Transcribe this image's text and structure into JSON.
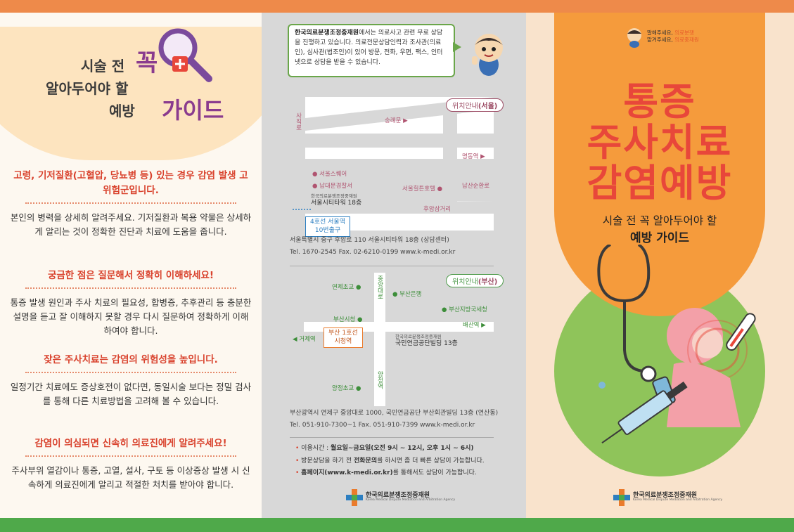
{
  "colors": {
    "accent_orange": "#ee8a4a",
    "accent_green": "#4fa94a",
    "title_red": "#e8473a",
    "heading_red": "#d9432e",
    "purple": "#8a3b8e"
  },
  "left": {
    "hero": {
      "line1": "시술 전",
      "emph1": "꼭",
      "line2": "알아두어야 할",
      "line3": "예방",
      "emph2": "가이드"
    },
    "sections": [
      {
        "title": "고령, 기저질환(고혈압, 당뇨병 등) 있는 경우 감염 발생 고위험군입니다.",
        "body": "본인의 병력을 상세히 알려주세요. 기저질환과 복용 약물은 상세하게 알리는 것이 정확한 진단과 치료에 도움을 줍니다."
      },
      {
        "title": "궁금한 점은 질문해서 정확히 이해하세요!",
        "body": "통증 발생 원인과 주사 치료의 필요성, 합병증, 추후관리 등 충분한 설명을 듣고 잘 이해하지 못할 경우 다시 질문하여 정확하게 이해하여야 합니다."
      },
      {
        "title": "잦은 주사치료는 감염의 위험성을 높입니다.",
        "body": "일정기간 치료에도 증상호전이 없다면, 동일시술 보다는 정밀 검사를 통해 다른 치료방법을 고려해 볼 수 있습니다."
      },
      {
        "title": "감염이 의심되면 신속히 의료진에게 알려주세요!",
        "body": "주사부위 열감이나 통증, 고열, 설사, 구토 등 이상증상 발생 시 신속하게 의료진에게 알리고 적절한 처치를 받아야 합니다."
      }
    ]
  },
  "middle": {
    "bubble": {
      "org": "한국의료분쟁조정중재원",
      "text1": "에서는 의료사고 관련 무료 상담을 진행하고 있습니다. 의료전문상담인력과 조사관(의료인), 심사관(법조인)이 있어 방문, 전화, 우편, 팩스, 인터넷으로 상담을 받을 수 있습니다."
    },
    "seoul": {
      "tag_prefix": "위치안내",
      "tag_city": "(서울)",
      "roads": {
        "sajik": "사직로",
        "sungye": "숭례문",
        "myeongdong": "명동역",
        "namsan": "남산순환로",
        "huam": "후암삼거리"
      },
      "places": {
        "square": "서울스퀘어",
        "police": "남대문경찰서",
        "hilton": "서울힐튼호텔"
      },
      "building_org": "한국의료분쟁조정중재원",
      "building_name": "서울시티타워 18층",
      "subway": "4호선 서울역\n10번출구",
      "address": "서울특별시 중구 후암로 110 서울시티타워 18층 (상담센터)",
      "contact": "Tel. 1670-2545  Fax. 02-6210-0199  www.k-medi.or.kr"
    },
    "busan": {
      "tag_prefix": "위치안내",
      "tag_city": "(부산)",
      "places": {
        "yeonje_school": "연제초교",
        "busan_bank": "부산은행",
        "prosecutor": "부산지방국세청",
        "city_hall": "부산시청",
        "baeksan": "배산역",
        "geoje": "거제역",
        "yangjeong_school": "양정초교",
        "jungang": "중앙대로",
        "yangjeong_station": "양정역"
      },
      "subway": "부산 1호선\n시청역",
      "building_org": "한국의료분쟁조정중재원",
      "building_name": "국민연금공단빌딩 13층",
      "address": "부산광역시 연제구 중앙대로 1000, 국민연금공단 부산회관빌딩 13층 (연산동)",
      "contact": "Tel. 051-910-7300~1  Fax. 051-910-7399  www.k-medi.or.kr"
    },
    "info": [
      {
        "label": "이용시간 : ",
        "bold": "월요일~금요일(오전 9시 ~ 12시, 오후 1시 ~ 6시)",
        "rest": ""
      },
      {
        "label": "방문상담을 하기 전 ",
        "bold": "전화문의",
        "rest": "를 하시면 좀 더 빠른 상담이 가능합니다."
      },
      {
        "label": "",
        "bold": "홈페이지(www.k-medi.or.kr)",
        "rest": "를 통해서도 상담이 가능합니다."
      }
    ],
    "logo": {
      "name": "한국의료분쟁조정중재원",
      "eng": "Korea Medical Dispute Mediation and Arbitration Agency"
    }
  },
  "right": {
    "tagline": {
      "a": "말해주세요,",
      "a_em": "의료분쟁",
      "b": "맡겨주세요,",
      "b_em": "의료중재원"
    },
    "title_lines": [
      "통증",
      "주사치료",
      "감염예방"
    ],
    "subtitle1": "시술 전 꼭 알아두어야 할",
    "subtitle2": "예방 가이드",
    "logo": {
      "name": "한국의료분쟁조정중재원",
      "eng": "Korea Medical Dispute Mediation and Arbitration Agency"
    }
  }
}
